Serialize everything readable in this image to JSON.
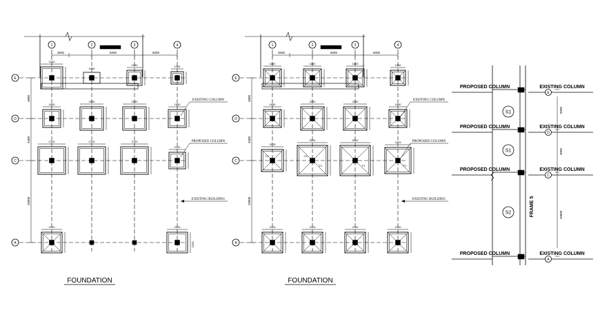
{
  "plans": [
    {
      "title": "FOUNDATION",
      "grid_cols": [
        "1",
        "2",
        "3",
        "4"
      ],
      "grid_rows": [
        "E",
        "D",
        "C",
        "A"
      ],
      "top_dims": [
        "3000",
        "5000",
        "5000"
      ],
      "side_dims": [
        "4800",
        "3400",
        "10000"
      ],
      "row_e_labels": [
        "2100",
        "1050",
        "1050",
        "1050"
      ],
      "row_d_labels": [
        "1650",
        "2250",
        "2250",
        "1650"
      ],
      "row_c_labels": [
        "2700",
        "2700",
        "2700",
        "2100"
      ],
      "row_a_labels": [
        "2100",
        "2100",
        "2100"
      ],
      "notes": [
        "EXISTING COLUMN",
        "PROPOSED COLUMN",
        "EXISTING BUILDING"
      ]
    },
    {
      "title": "FOUNDATION",
      "grid_cols": [
        "1",
        "2",
        "3",
        "4"
      ],
      "grid_rows": [
        "E",
        "D",
        "C",
        "A"
      ],
      "top_dims": [
        "3000",
        "5000",
        "5000"
      ],
      "side_dims": [
        "4800",
        "3400",
        "10000"
      ],
      "row_e_labels": [
        "1650",
        "1650",
        "1650",
        "1050"
      ],
      "row_d_labels": [
        "1650",
        "2250",
        "2250",
        "1650"
      ],
      "row_c_labels": [
        "2175",
        "3000",
        "3000",
        "2475"
      ],
      "row_a_labels": [
        "2100",
        "2100",
        "2100",
        "2100"
      ],
      "footing_marks": [
        "F1",
        "F1",
        "F1",
        "C3",
        "C4"
      ],
      "notes": [
        "EXISTING COLUMN",
        "PROPOSED COLUMN",
        "EXISTING BUILDING"
      ]
    }
  ],
  "elevation": {
    "left_label": "PROPOSED COLUMN",
    "right_label": "EXISTING COLUMN",
    "levels": [
      "E",
      "D",
      "C",
      "A"
    ],
    "slabs": [
      "S1",
      "S1",
      "S2"
    ],
    "frame_label": "FRAME 5",
    "side_dims": [
      "5000",
      "3000",
      "10000"
    ]
  }
}
